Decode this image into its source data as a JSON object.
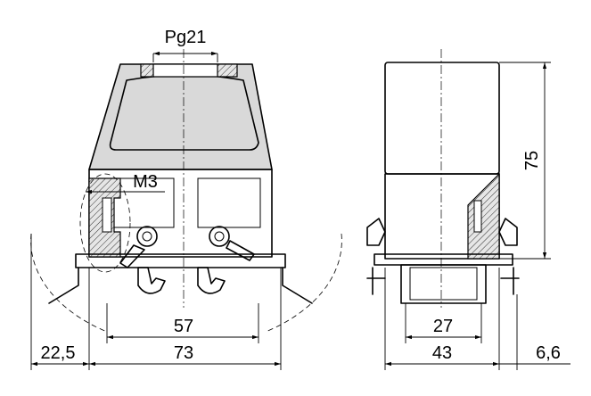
{
  "dimensions": {
    "thread_top": "Pg21",
    "thread_screw": "M3",
    "inner_width_front": "57",
    "total_width_front": "73",
    "offset_left": "22,5",
    "height_side": "75",
    "inner_width_side": "27",
    "total_width_side": "43",
    "offset_right": "6,6"
  }
}
